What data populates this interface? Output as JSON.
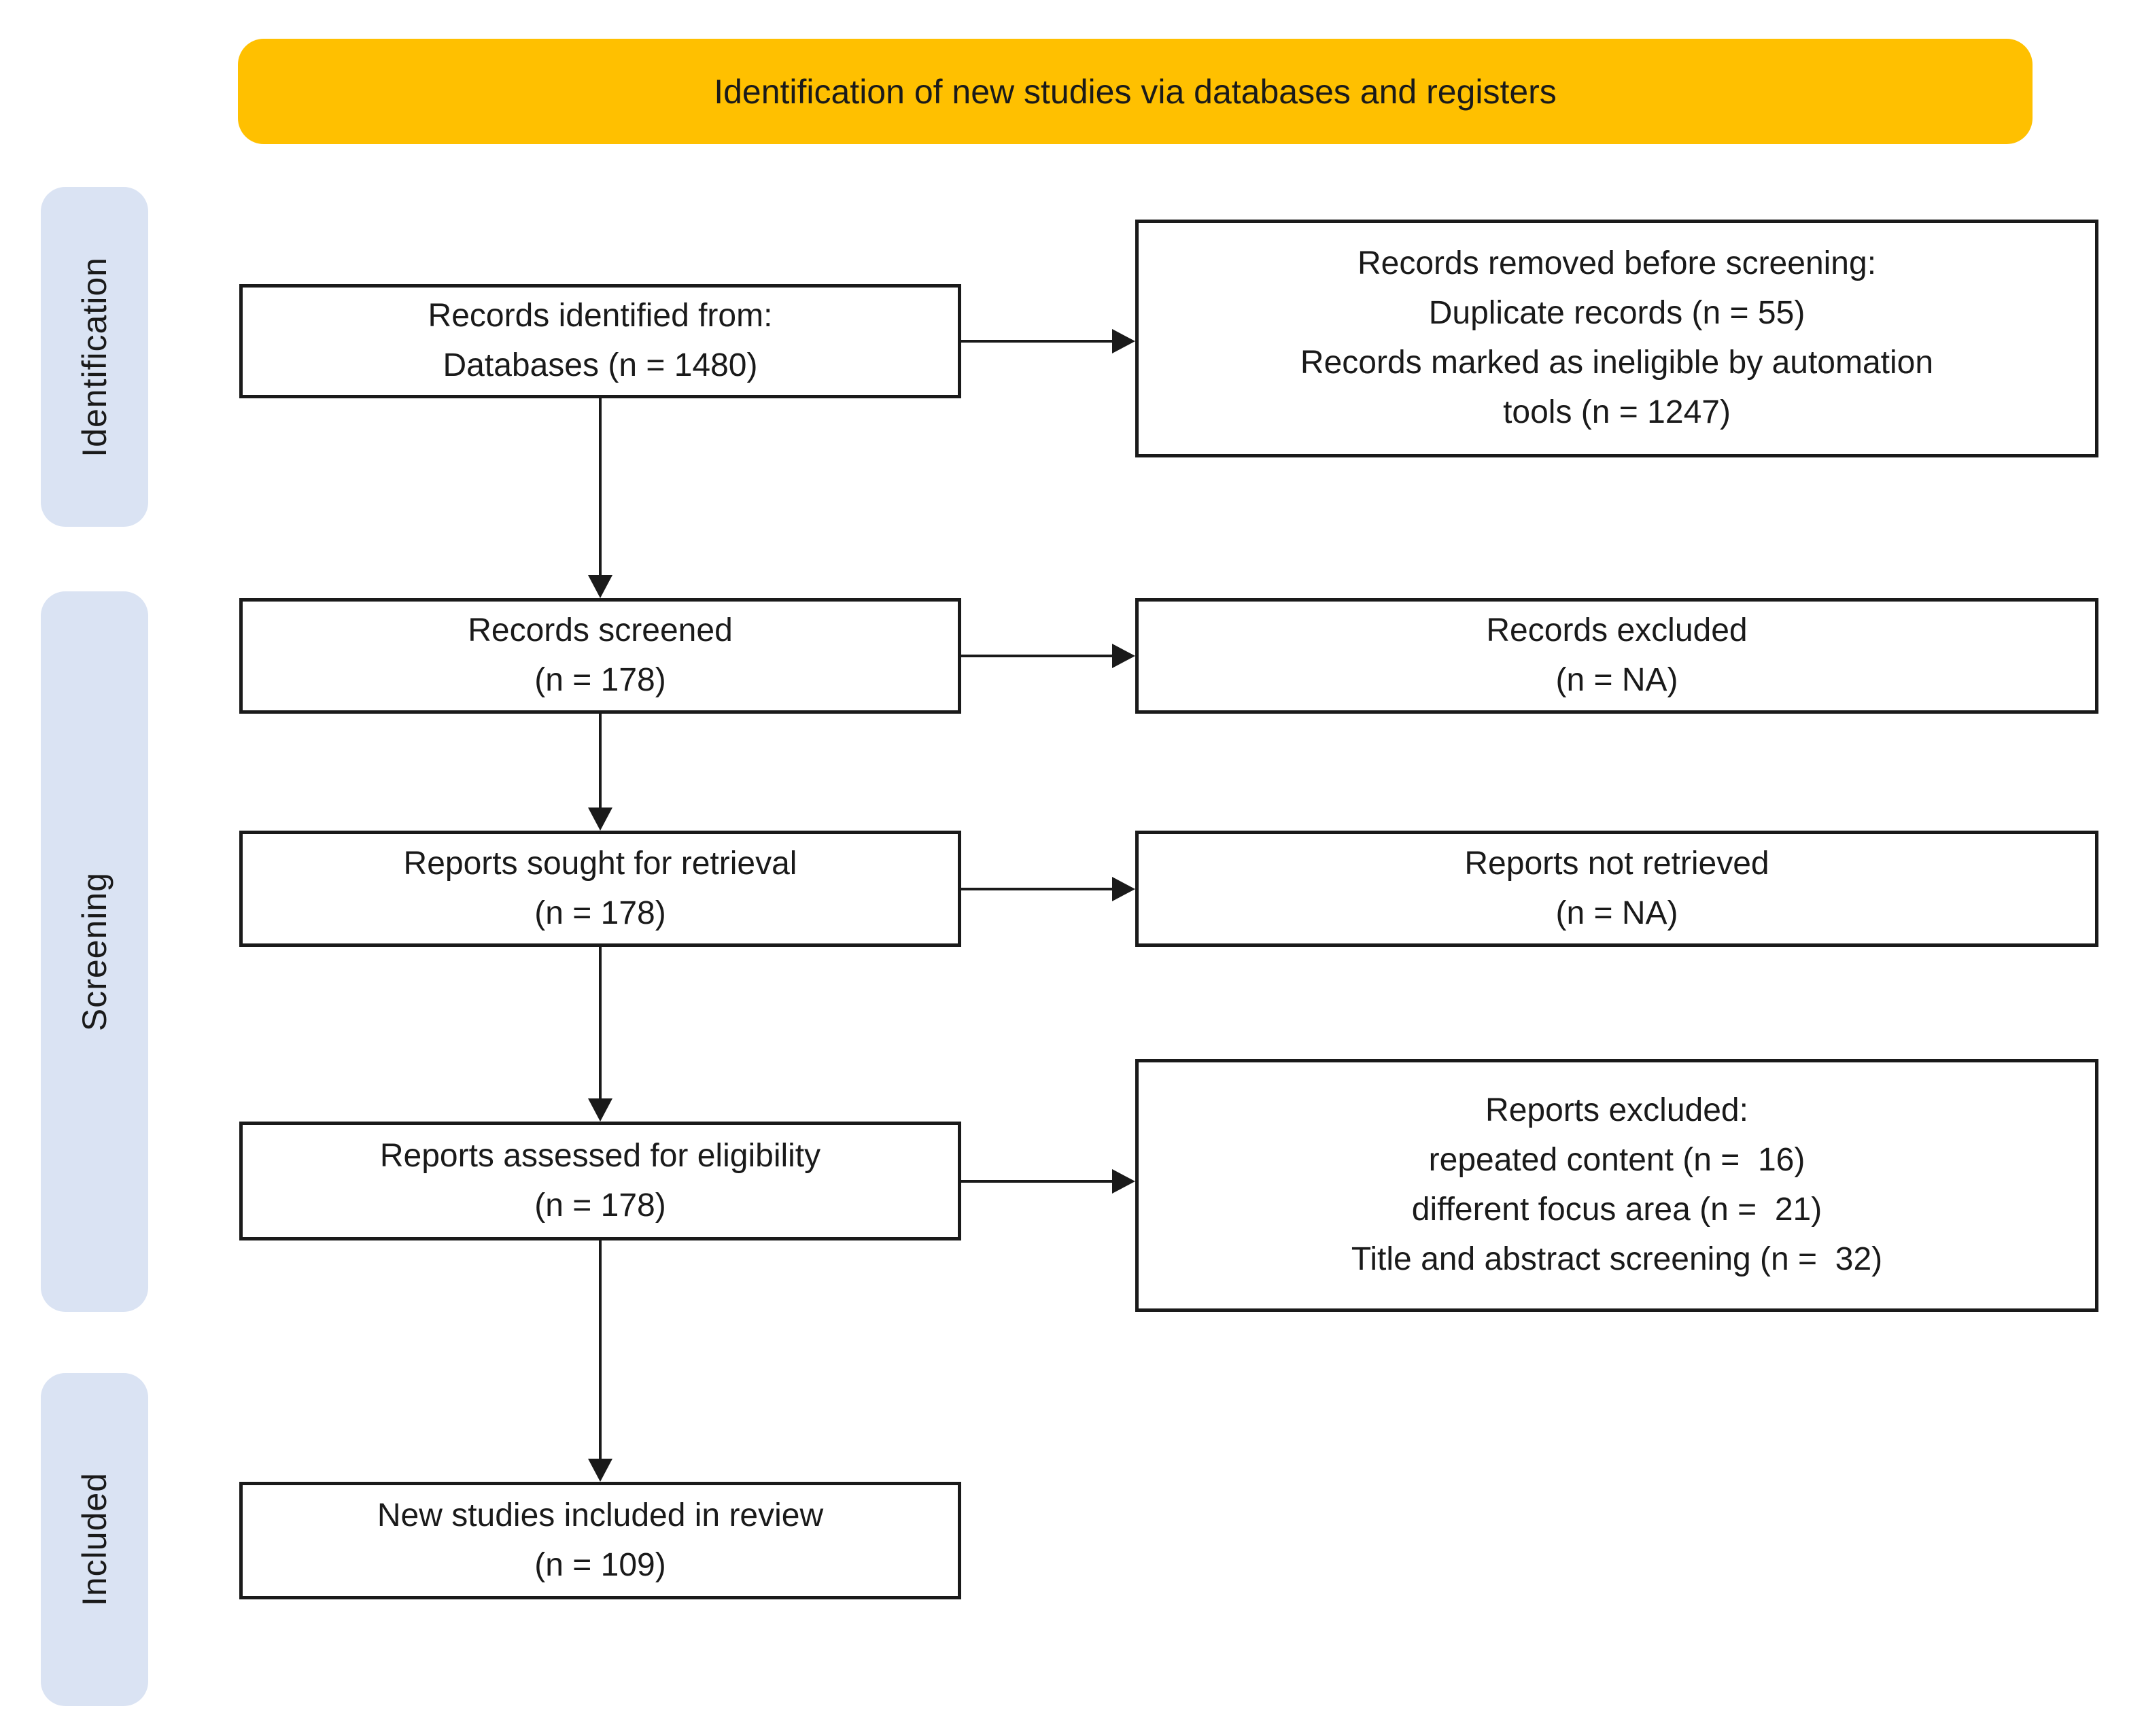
{
  "colors": {
    "banner_bg": "#FFC000",
    "stage_bg": "#DAE3F3",
    "line": "#1A1A1A"
  },
  "banner": {
    "title": "Identification of new studies via databases and registers"
  },
  "stages": [
    {
      "label": "Identification"
    },
    {
      "label": "Screening"
    },
    {
      "label": "Included"
    }
  ],
  "boxes": {
    "main": [
      {
        "name": "records-identified",
        "lines": [
          "Records identified from:",
          "Databases (n = 1480)"
        ]
      },
      {
        "name": "records-screened",
        "lines": [
          "Records screened",
          "(n = 178)"
        ]
      },
      {
        "name": "reports-sought",
        "lines": [
          "Reports sought for retrieval",
          "(n = 178)"
        ]
      },
      {
        "name": "reports-assessed",
        "lines": [
          "Reports assessed for eligibility",
          "(n = 178)"
        ]
      },
      {
        "name": "new-studies-included",
        "lines": [
          "New studies included in review",
          "(n = 109)"
        ]
      }
    ],
    "side": [
      {
        "name": "records-removed",
        "lines": [
          "Records removed before screening:",
          "Duplicate records (n = 55)",
          "Records marked as ineligible by automation",
          "tools (n = 1247)"
        ]
      },
      {
        "name": "records-excluded",
        "lines": [
          "Records excluded",
          "(n = NA)"
        ]
      },
      {
        "name": "reports-not-retrieved",
        "lines": [
          "Reports not retrieved",
          "(n = NA)"
        ]
      },
      {
        "name": "reports-excluded",
        "lines": [
          "Reports excluded:",
          "repeated content (n =  16)",
          "different focus area (n =  21)",
          "Title and abstract screening (n =  32)"
        ]
      }
    ]
  }
}
